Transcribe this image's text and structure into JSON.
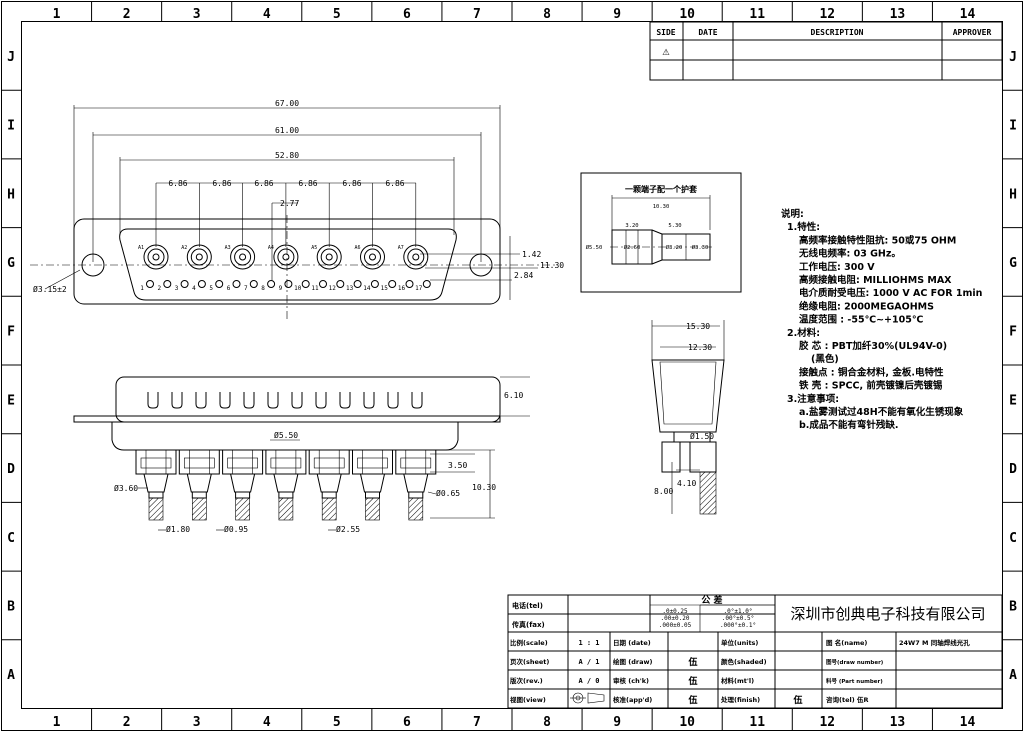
{
  "grid": {
    "cols": [
      "1",
      "2",
      "3",
      "4",
      "5",
      "6",
      "7",
      "8",
      "9",
      "10",
      "11",
      "12",
      "13",
      "14"
    ],
    "rows": [
      "J",
      "I",
      "H",
      "G",
      "F",
      "E",
      "D",
      "C",
      "B",
      "A"
    ]
  },
  "revision_table": {
    "side": "SIDE",
    "date": "DATE",
    "description": "DESCRIPTION",
    "approver": "APPROVER",
    "warning_symbol": "⚠"
  },
  "front_view": {
    "dims": [
      "67.00",
      "61.00",
      "52.80",
      "6.86",
      "6.86",
      "6.86",
      "6.86",
      "6.86",
      "6.86",
      "2.77",
      "1.42",
      "11.30",
      "2.84",
      "Ø3.15±2"
    ],
    "coax_labels": [
      "A1",
      "A2",
      "A3",
      "A4",
      "A5",
      "A6",
      "A7"
    ],
    "pin_labels": [
      "1",
      "2",
      "3",
      "4",
      "5",
      "6",
      "7",
      "8",
      "9",
      "10",
      "11",
      "12",
      "13",
      "14",
      "15",
      "16",
      "17"
    ]
  },
  "side_view": {
    "dims": [
      "6.10",
      "Ø5.50",
      "3.50",
      "10.30",
      "Ø3.60",
      "Ø1.80",
      "Ø0.95",
      "Ø2.55",
      "Ø0.65"
    ]
  },
  "detail": {
    "title": "一颗端子配一个护套",
    "dims": [
      "10.30",
      "3.20",
      "5.30",
      "Ø5.50",
      "Ø2.60",
      "Ø3.20",
      "Ø3.30"
    ]
  },
  "end_view": {
    "dims": [
      "15.30",
      "12.30",
      "Ø1.50",
      "4.10",
      "8.00"
    ]
  },
  "notes": [
    "说明:",
    "1.特性:",
    "高频率接触特性阻抗: 50或75 OHM",
    "无线电频率: 03 GHz。",
    "工作电压: 300 V",
    "高频接触电阻: MILLIOHMS MAX",
    "电介质耐受电压: 1000 V AC FOR 1min",
    "绝缘电阻: 2000MEGAOHMS",
    "温度范围 : -55℃~+105℃",
    "2.材料:",
    "胶 芯 : PBT加纤30%(UL94V-0)",
    "(黑色)",
    "接触点 : 铜合金材料, 金板.电特性",
    "铁 壳 : SPCC, 前壳镀镍后壳镀锡",
    "3.注意事项:",
    "a.盐雾测试过48H不能有氧化生锈现象",
    "b.成品不能有弯针残缺."
  ],
  "title_block": {
    "tel": "电话(tel)",
    "fax": "传真(fax)",
    "tolerance": "公 差",
    "tol_col1": [
      ".0±0.25",
      ".00±0.20",
      ".000±0.05"
    ],
    "tol_col2": [
      ".0°±1.0°",
      ".00°±0.5°",
      ".000°±0.1°"
    ],
    "company": "深圳市创典电子科技有限公司",
    "scale_label": "比例(scale)",
    "scale_value": "1 : 1",
    "sheet_label": "页次(sheet)",
    "sheet_value": "A / 1",
    "rev_label": "版次(rev.)",
    "rev_value": "A / 0",
    "view_label": "视图(view)",
    "date_label": "日期 (date)",
    "drawn_label": "绘图 (draw)",
    "drawn_value": "伍",
    "checked_label": "审核 (ch'k)",
    "checked_value": "伍",
    "approved_label": "核准(app'd)",
    "approved_value": "伍",
    "units_label": "单位(units)",
    "shaded_label": "颜色(shaded)",
    "material_label": "材料(mt'l)",
    "finish_label": "处理(finish)",
    "finish_value": "伍",
    "name_label": "图 名(name)",
    "name_value": "24W7 M 同轴焊线光孔",
    "drawing_number_label": "图号(draw number)",
    "part_number_label": "料号 (Part number)",
    "contact_label": "咨询(tel) 伍R"
  }
}
